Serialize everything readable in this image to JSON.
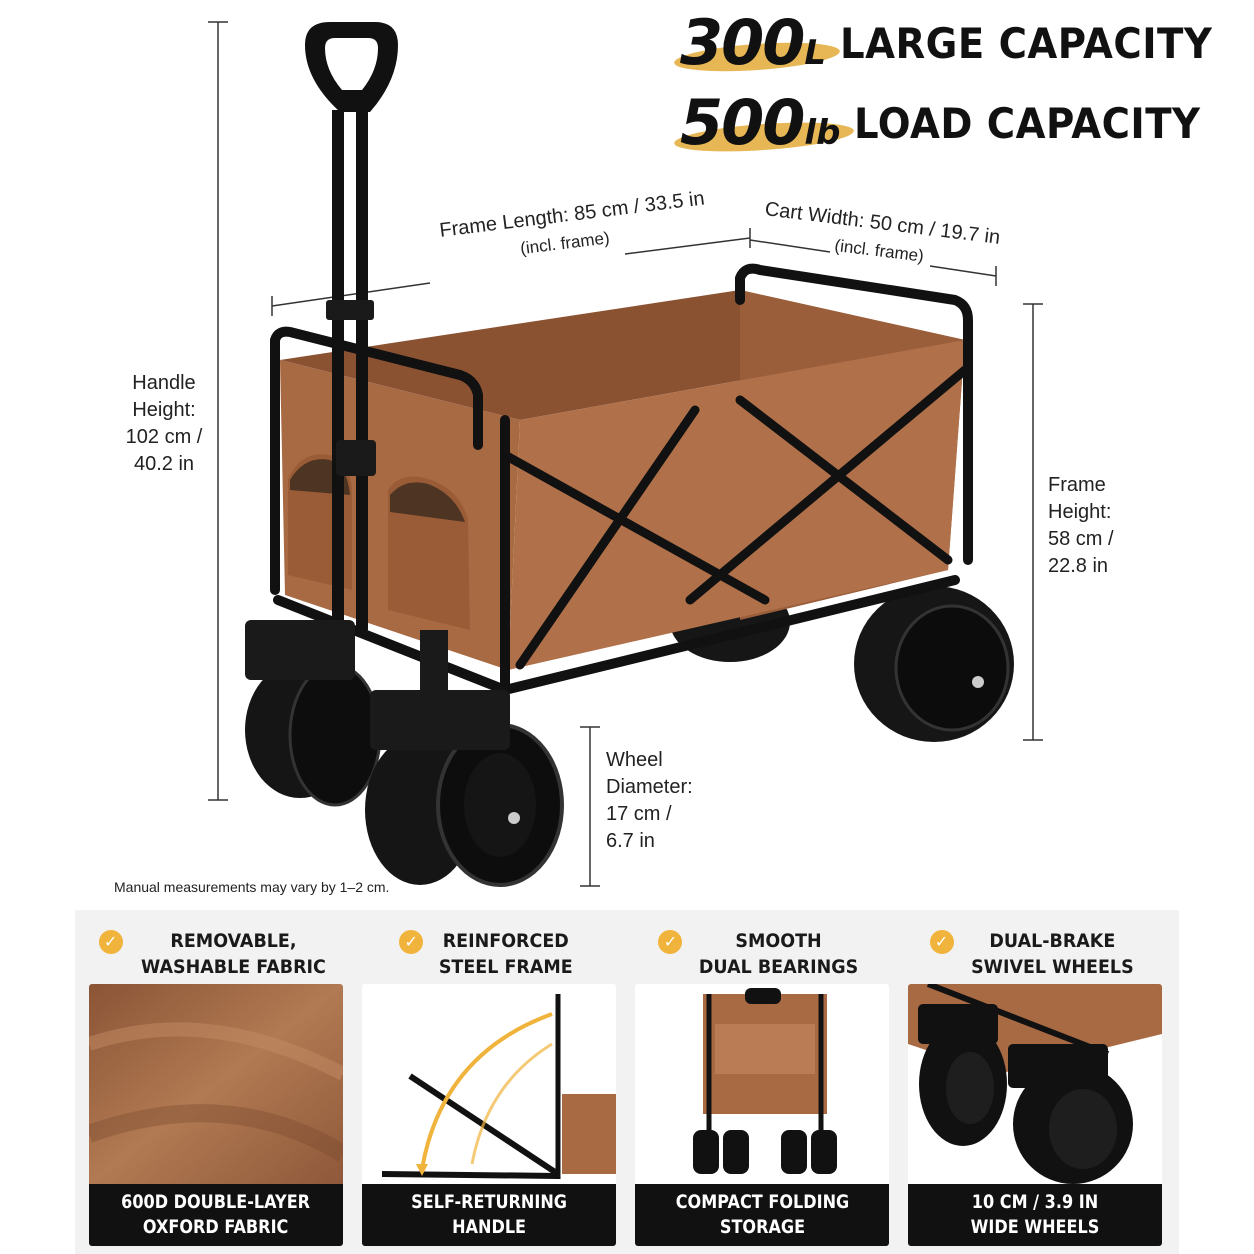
{
  "headline": {
    "line1": {
      "number": "300",
      "unit": "L",
      "text": "LARGE CAPACITY"
    },
    "line2": {
      "number": "500",
      "unit": "lb",
      "text": "LOAD CAPACITY"
    }
  },
  "dimensions": {
    "frame_length": {
      "label": "Frame Length: 85 cm / 33.5 in",
      "sub": "(incl. frame)"
    },
    "cart_width": {
      "label": "Cart Width: 50 cm / 19.7 in",
      "sub": "(incl. frame)"
    },
    "handle_height": {
      "lines": [
        "Handle",
        "Height:",
        "102 cm /",
        "40.2 in"
      ]
    },
    "frame_height": {
      "lines": [
        "Frame",
        "Height:",
        "58 cm /",
        "22.8 in"
      ]
    },
    "wheel_diameter": {
      "lines": [
        "Wheel",
        "Diameter:",
        "17 cm /",
        "6.7 in"
      ]
    }
  },
  "note": "Manual measurements may vary by 1–2 cm.",
  "features": [
    {
      "title": [
        "REMOVABLE,",
        "WASHABLE FABRIC"
      ],
      "caption": [
        "600D DOUBLE-LAYER",
        "OXFORD FABRIC"
      ],
      "icon": "check-icon"
    },
    {
      "title": [
        "REINFORCED",
        "STEEL FRAME"
      ],
      "caption": [
        "SELF-RETURNING",
        "HANDLE"
      ],
      "icon": "check-icon"
    },
    {
      "title": [
        "SMOOTH",
        "DUAL BEARINGS"
      ],
      "caption": [
        "COMPACT FOLDING",
        "STORAGE"
      ],
      "icon": "check-icon"
    },
    {
      "title": [
        "DUAL-BRAKE",
        "SWIVEL WHEELS"
      ],
      "caption": [
        "10 CM / 3.9 IN",
        "WIDE WHEELS"
      ],
      "icon": "check-icon"
    }
  ],
  "colors": {
    "fabric": "#a86a43",
    "frame": "#111111",
    "accent": "#f0b33c",
    "panel": "#f2f2f2"
  }
}
